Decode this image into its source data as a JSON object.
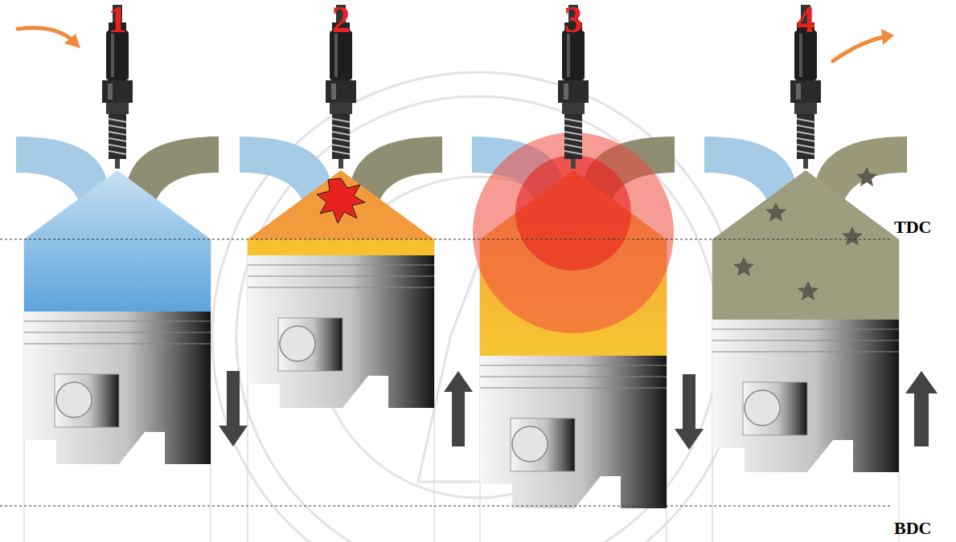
{
  "diagram": {
    "labels": [
      "1",
      "2",
      "3",
      "4",
      "TDC",
      "BDC"
    ]
  }
}
